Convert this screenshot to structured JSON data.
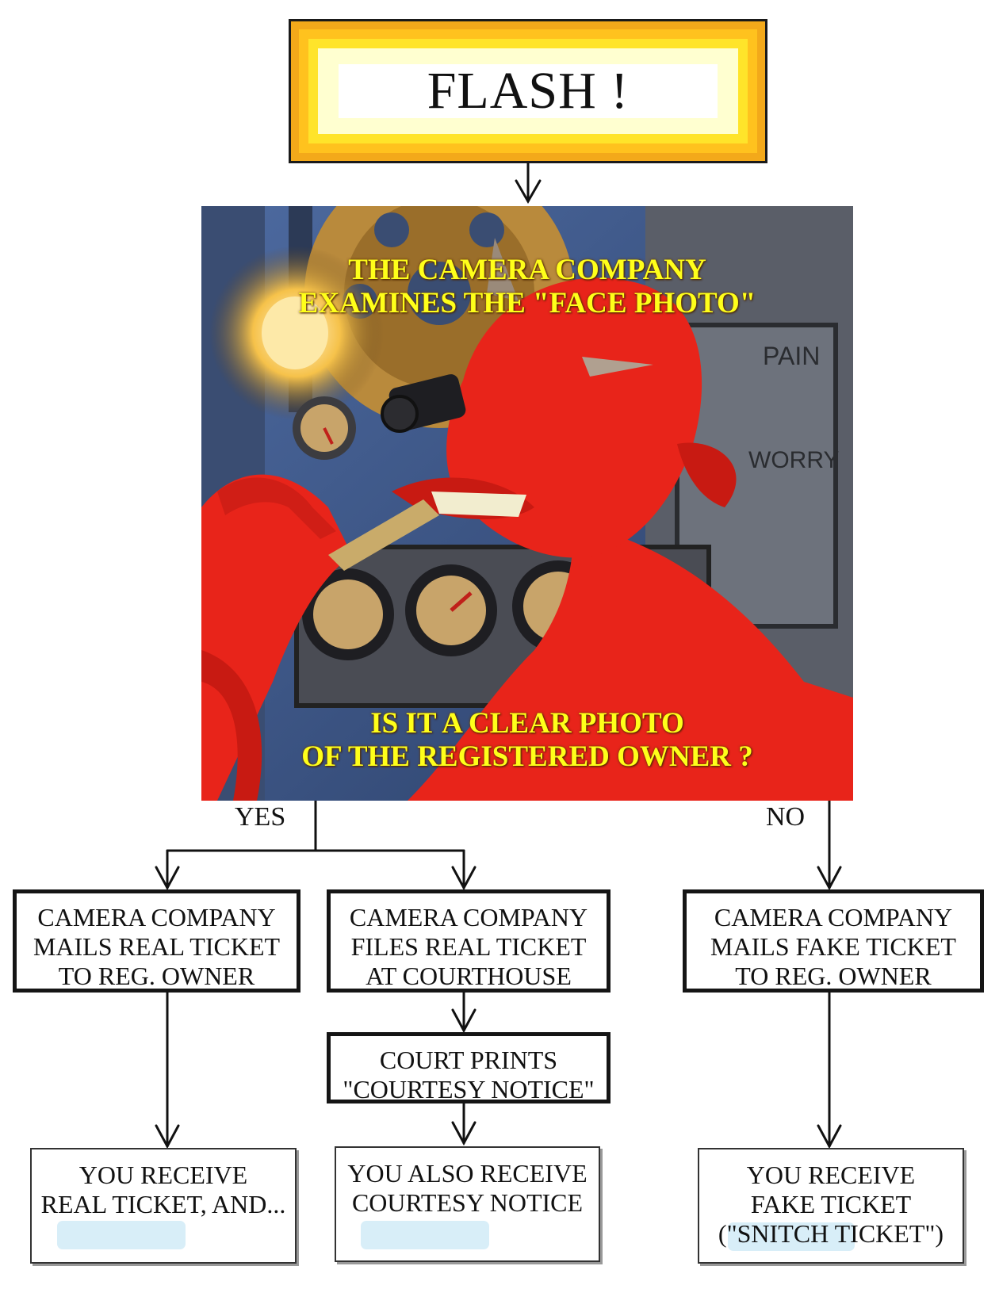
{
  "header": {
    "title": "FLASH !"
  },
  "panel": {
    "caption_top": [
      "THE CAMERA COMPANY",
      "EXAMINES THE \"FACE PHOTO\""
    ],
    "caption_bottom": [
      "IS IT A CLEAR PHOTO",
      "OF THE REGISTERED OWNER ?"
    ],
    "dial_labels": {
      "pain": "PAIN",
      "worry": "WORRY"
    }
  },
  "branches": {
    "yes": "YES",
    "no": "NO"
  },
  "steps": {
    "mail_real": [
      "CAMERA COMPANY",
      "MAILS REAL TICKET",
      "TO REG. OWNER"
    ],
    "file_real": [
      "CAMERA COMPANY",
      "FILES REAL TICKET",
      "AT COURTHOUSE"
    ],
    "mail_fake": [
      "CAMERA COMPANY",
      "MAILS FAKE TICKET",
      "TO REG. OWNER"
    ],
    "court_prints": [
      "COURT PRINTS",
      "\"COURTESY NOTICE\""
    ]
  },
  "outcomes": {
    "real": [
      "YOU RECEIVE",
      "REAL TICKET, AND..."
    ],
    "courtesy": [
      "YOU ALSO RECEIVE",
      "COURTESY NOTICE"
    ],
    "fake": [
      "YOU RECEIVE",
      "FAKE TICKET",
      "(\"SNITCH TICKET\")"
    ]
  },
  "colors": {
    "caption": "#ffff1a",
    "devil_red": "#e8241a",
    "panel_blue": "#3b5a8c",
    "flash_orange": "#f3a91a",
    "redaction": "#d8eef8"
  }
}
